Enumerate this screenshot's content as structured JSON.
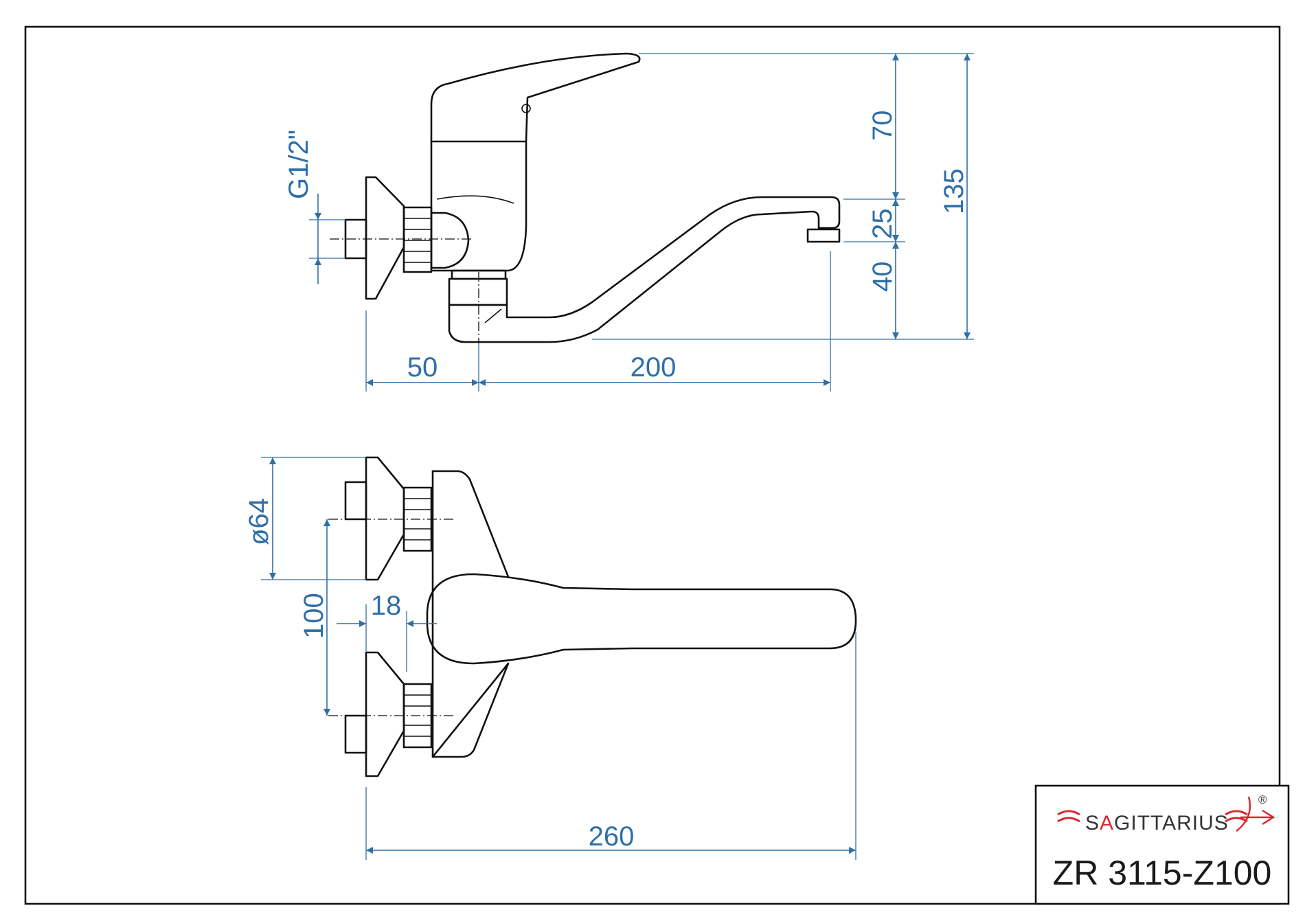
{
  "dimensions": {
    "thread": "G1/2\"",
    "lever_height": "70",
    "total_height": "135",
    "spout_height": "25",
    "spout_clearance": "40",
    "wall_offset": "50",
    "spout_reach": "200",
    "flange_diameter": "ø64",
    "inlet_spacing": "100",
    "inlet_depth": "18",
    "total_length": "260"
  },
  "title_block": {
    "brand": {
      "prefix": "S",
      "accent": "A",
      "suffix": "GITTARIUS"
    },
    "registered_mark": "®",
    "model": "ZR 3115-Z100"
  },
  "colors": {
    "dimension": "#2f6fa8",
    "outline": "#111111",
    "brand_accent": "#d9282f"
  }
}
